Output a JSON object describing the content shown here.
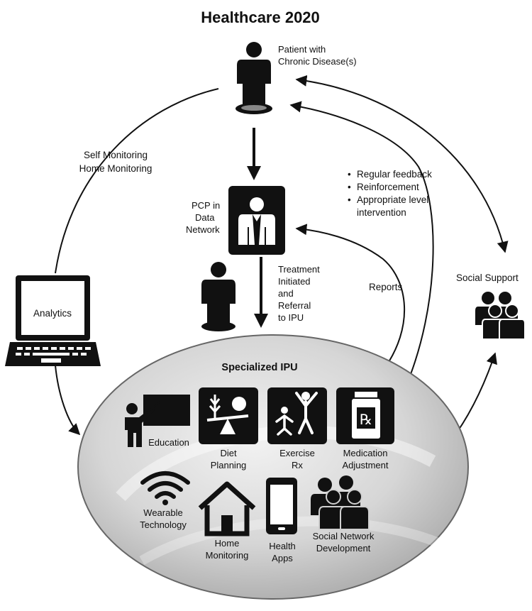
{
  "title": "Healthcare 2020",
  "patient": {
    "line1": "Patient with",
    "line2": "Chronic Disease(s)"
  },
  "monitoring": {
    "line1": "Self Monitoring",
    "line2": "Home Monitoring"
  },
  "feedback_items": [
    "Regular feedback",
    "Reinforcement",
    "Appropriate level",
    "intervention"
  ],
  "bullet": "•",
  "pcp": {
    "line1": "PCP in",
    "line2": "Data",
    "line3": "Network"
  },
  "treatment": {
    "lines": [
      "Treatment",
      "Initiated",
      "and",
      "Referral",
      "to IPU"
    ]
  },
  "reports": "Reports",
  "social_support": "Social Support",
  "analytics": "Analytics",
  "ipu": {
    "title": "Specialized IPU",
    "education": "Education",
    "diet": {
      "line1": "Diet",
      "line2": "Planning"
    },
    "exercise": {
      "line1": "Exercise",
      "line2": "Rx"
    },
    "medication": {
      "line1": "Medication",
      "line2": "Adjustment",
      "rx_symbol": "℞"
    },
    "wearable": {
      "line1": "Wearable",
      "line2": "Technology"
    },
    "home": {
      "line1": "Home",
      "line2": "Monitoring"
    },
    "health_apps": {
      "line1": "Health",
      "line2": "Apps"
    },
    "social_network": {
      "line1": "Social Network",
      "line2": "Development"
    }
  }
}
